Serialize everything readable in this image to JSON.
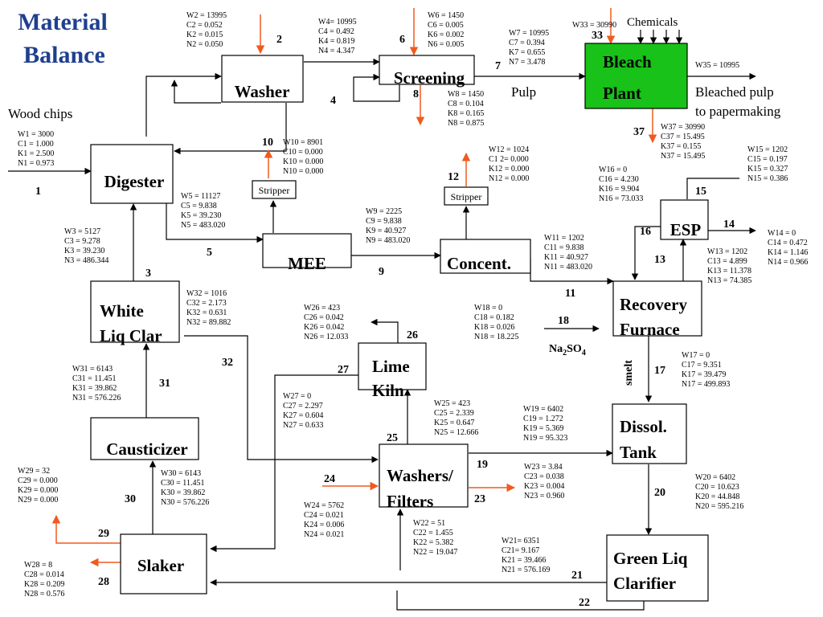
{
  "title": [
    "Material",
    "Balance"
  ],
  "colors": {
    "title": "#1f3f8f",
    "bleach_plant": "#18c218",
    "red_flow": "#f05a1e"
  },
  "units": [
    {
      "id": "washer",
      "lines": [
        "Washer"
      ]
    },
    {
      "id": "screening",
      "lines": [
        "Screening"
      ]
    },
    {
      "id": "bleach-plant",
      "lines": [
        "Bleach",
        "Plant"
      ]
    },
    {
      "id": "digester",
      "lines": [
        "Digester"
      ]
    },
    {
      "id": "stripper-mee",
      "lines": [
        "Stripper"
      ]
    },
    {
      "id": "stripper-concent",
      "lines": [
        "Stripper"
      ]
    },
    {
      "id": "mee",
      "lines": [
        "MEE"
      ]
    },
    {
      "id": "concent",
      "lines": [
        "Concent."
      ]
    },
    {
      "id": "esp",
      "lines": [
        "ESP"
      ]
    },
    {
      "id": "recovery-furnace",
      "lines": [
        "Recovery",
        "Furnace"
      ]
    },
    {
      "id": "white-liq-clar",
      "lines": [
        "White",
        "Liq Clar"
      ]
    },
    {
      "id": "lime-kiln",
      "lines": [
        "Lime",
        "Kiln"
      ]
    },
    {
      "id": "causticizer",
      "lines": [
        "Causticizer"
      ]
    },
    {
      "id": "washers-filters",
      "lines": [
        "Washers/",
        "Filters"
      ]
    },
    {
      "id": "dissol-tank",
      "lines": [
        "Dissol.",
        "Tank"
      ]
    },
    {
      "id": "slaker",
      "lines": [
        "Slaker"
      ]
    },
    {
      "id": "green-liq-clarifier",
      "lines": [
        "Green Liq",
        "Clarifier"
      ]
    }
  ],
  "streams": [
    {
      "id": "s2",
      "lines": [
        "W2 = 13995",
        "C2 = 0.052",
        "K2 = 0.015",
        "N2 = 0.050"
      ]
    },
    {
      "id": "s4",
      "lines": [
        "W4= 10995",
        "C4 = 0.492",
        "K4 = 0.819",
        "N4 = 4.347"
      ]
    },
    {
      "id": "s6",
      "lines": [
        "W6 = 1450",
        "C6 = 0.005",
        "K6 = 0.002",
        "N6 = 0.005"
      ]
    },
    {
      "id": "s7",
      "lines": [
        "W7 = 10995",
        "C7 = 0.394",
        "K7 = 0.655",
        "N7 = 3.478"
      ]
    },
    {
      "id": "s33",
      "lines": [
        "W33 = 30990"
      ]
    },
    {
      "id": "s35",
      "lines": [
        "W35 = 10995"
      ]
    },
    {
      "id": "s8",
      "lines": [
        "W8 = 1450",
        "C8 = 0.104",
        "K8 = 0.165",
        "N8 = 0.875"
      ]
    },
    {
      "id": "s1",
      "lines": [
        "W1 = 3000",
        "C1 = 1.000",
        "K1 = 2.500",
        "N1 = 0.973"
      ]
    },
    {
      "id": "s10",
      "lines": [
        "W10 = 8901",
        "C10 = 0.000",
        "K10 = 0.000",
        "N10 = 0.000"
      ]
    },
    {
      "id": "s37",
      "lines": [
        "W37 = 30990",
        "C37 = 15.495",
        "K37 = 0.155",
        "N37 = 15.495"
      ]
    },
    {
      "id": "s12",
      "lines": [
        "W12 = 1024",
        "C1 2= 0.000",
        "K12 = 0.000",
        "N12 = 0.000"
      ]
    },
    {
      "id": "s15",
      "lines": [
        "W15 =  1202",
        "C15 = 0.197",
        "K15 = 0.327",
        "N15 = 0.386"
      ]
    },
    {
      "id": "s16",
      "lines": [
        "W16 = 0",
        "C16 = 4.230",
        "K16 = 9.904",
        "N16 = 73.033"
      ]
    },
    {
      "id": "s5",
      "lines": [
        "W5 = 11127",
        "C5 = 9.838",
        "K5 = 39.230",
        "N5 = 483.020"
      ]
    },
    {
      "id": "s9",
      "lines": [
        "W9 = 2225",
        "C9 = 9.838",
        "K9 = 40.927",
        "N9 = 483.020"
      ]
    },
    {
      "id": "s3",
      "lines": [
        "W3 = 5127",
        "C3 = 9.278",
        "K3 = 39.230",
        "N3 = 486.344"
      ]
    },
    {
      "id": "s14",
      "lines": [
        "W14 = 0",
        "C14 = 0.472",
        "K14 = 1.146",
        "N14 = 0.966"
      ]
    },
    {
      "id": "s11",
      "lines": [
        "W11 =  1202",
        "C11 = 9.838",
        "K11 = 40.927",
        "N11 = 483.020"
      ]
    },
    {
      "id": "s13",
      "lines": [
        "W13 = 1202",
        "C13 = 4.899",
        "K13 = 11.378",
        "N13 = 74.385"
      ]
    },
    {
      "id": "s32",
      "lines": [
        "W32 = 1016",
        "C32 = 2.173",
        "K32 = 0.631",
        "N32 = 89.882"
      ]
    },
    {
      "id": "s26",
      "lines": [
        "W26 = 423",
        "C26 = 0.042",
        "K26 = 0.042",
        "N26 = 12.033"
      ]
    },
    {
      "id": "s18",
      "lines": [
        "W18 = 0",
        "C18 = 0.182",
        "K18 = 0.026",
        "N18 = 18.225"
      ]
    },
    {
      "id": "s17",
      "lines": [
        "W17 = 0",
        "C17 = 9.351",
        "K17 = 39.479",
        "N17 = 499.893"
      ]
    },
    {
      "id": "s31",
      "lines": [
        "W31 = 6143",
        "C31 = 11.451",
        "K31 = 39.862",
        "N31 = 576.226"
      ]
    },
    {
      "id": "s27",
      "lines": [
        "W27 = 0",
        "C27 = 2.297",
        "K27 = 0.604",
        "N27 = 0.633"
      ]
    },
    {
      "id": "s25",
      "lines": [
        "W25 = 423",
        "C25 = 2.339",
        "K25 = 0.647",
        "N25 = 12.666"
      ]
    },
    {
      "id": "s19",
      "lines": [
        "W19 = 6402",
        "C19 = 1.272",
        "K19 = 5.369",
        "N19 = 95.323"
      ]
    },
    {
      "id": "s29",
      "lines": [
        "W29 = 32",
        "C29 = 0.000",
        "K29 = 0.000",
        "N29 = 0.000"
      ]
    },
    {
      "id": "s30",
      "lines": [
        "W30 = 6143",
        "C30 = 11.451",
        "K30 = 39.862",
        "N30 = 576.226"
      ]
    },
    {
      "id": "s23",
      "lines": [
        "W23 = 3.84",
        "C23 = 0.038",
        "K23 = 0.004",
        "N23 = 0.960"
      ]
    },
    {
      "id": "s20",
      "lines": [
        "W20 = 6402",
        "C20 = 10.623",
        "K20 = 44.848",
        "N20 = 595.216"
      ]
    },
    {
      "id": "s24",
      "lines": [
        "W24 = 5762",
        "C24 = 0.021",
        "K24 = 0.006",
        "N24 = 0.021"
      ]
    },
    {
      "id": "s22",
      "lines": [
        "W22 = 51",
        "C22 = 1.455",
        "K22 = 5.382",
        "N22 = 19.047"
      ]
    },
    {
      "id": "s21",
      "lines": [
        "W21= 6351",
        "C21= 9.167",
        "K21 = 39.466",
        "N21 = 576.169"
      ]
    },
    {
      "id": "s28",
      "lines": [
        "W28 = 8",
        "C28 = 0.014",
        "K28 = 0.209",
        "N28 = 0.576"
      ]
    }
  ],
  "stream_numbers": [
    "1",
    "2",
    "3",
    "4",
    "5",
    "6",
    "7",
    "8",
    "9",
    "10",
    "11",
    "12",
    "13",
    "14",
    "15",
    "16",
    "17",
    "18",
    "19",
    "20",
    "21",
    "22",
    "23",
    "24",
    "25",
    "26",
    "27",
    "28",
    "29",
    "30",
    "31",
    "32",
    "33",
    "37"
  ],
  "notes": {
    "wood_chips": "Wood chips",
    "chemicals": "Chemicals",
    "pulp": "Pulp",
    "bleached_pulp": [
      "Bleached pulp",
      "to papermaking"
    ],
    "smelt": "smelt",
    "na2so4": {
      "base": "Na",
      "sub1": "2",
      "mid": "SO",
      "sub2": "4"
    }
  }
}
